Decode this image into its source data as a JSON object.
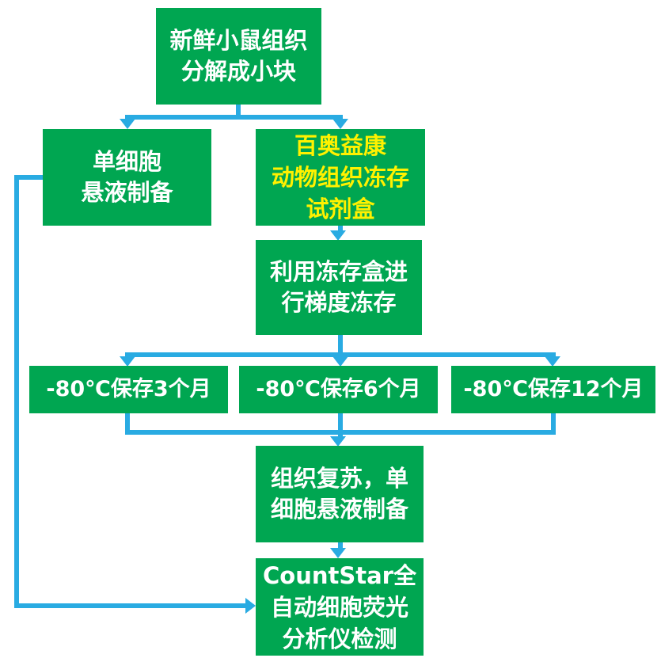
{
  "diagram": {
    "colors": {
      "node_green": "#00A651",
      "connector_blue": "#29ABE2",
      "text_white": "#FFFFFF",
      "highlight_yellow": "#FFF100"
    },
    "nodes": {
      "fresh_tissue": {
        "line1": "新鲜小鼠组织",
        "line2": "分解成小块"
      },
      "single_cell": {
        "line1": "单细胞",
        "line2": "悬液制备"
      },
      "kit": {
        "line1": "百奥益康",
        "line2": "动物组织冻存",
        "line3": "试剂盒"
      },
      "gradient_freeze": {
        "line1": "利用冻存盒进",
        "line2": "行梯度冻存"
      },
      "store_3m": {
        "line1": "-80℃保存3个月"
      },
      "store_6m": {
        "line1": "-80℃保存6个月"
      },
      "store_12m": {
        "line1": "-80℃保存12个月"
      },
      "recovery": {
        "line1": "组织复苏，单",
        "line2": "细胞悬液制备"
      },
      "countstar": {
        "line1": "CountStar全",
        "line2": "自动细胞荧光",
        "line3": "分析仪检测"
      }
    }
  }
}
